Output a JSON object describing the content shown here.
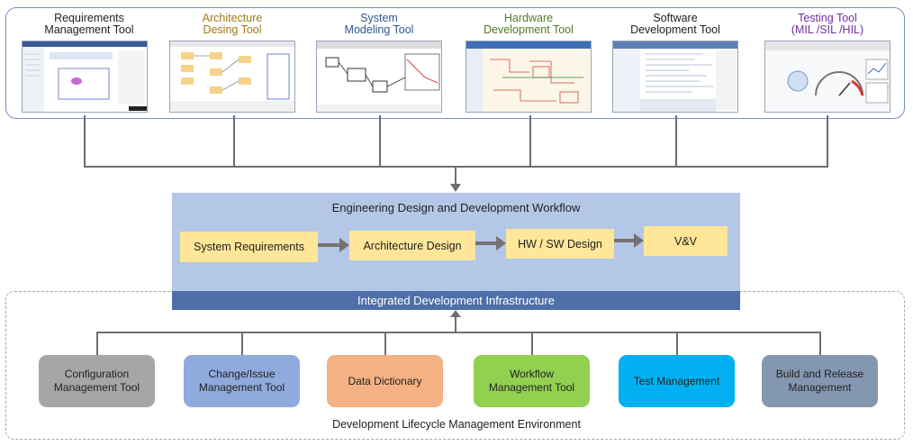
{
  "tools": [
    {
      "line1": "Requirements",
      "line2": "Management Tool",
      "color": "#222222"
    },
    {
      "line1": "Architecture",
      "line2": "Desing Tool",
      "color": "#a07a1a"
    },
    {
      "line1": "System",
      "line2": "Modeling Tool",
      "color": "#2f5597"
    },
    {
      "line1": "Hardware",
      "line2": "Development Tool",
      "color": "#4f7a28"
    },
    {
      "line1": "Software",
      "line2": "Development Tool",
      "color": "#222222"
    },
    {
      "line1": "Testing Tool",
      "line2": "(MIL /SIL /HIL)",
      "color": "#7030a0"
    }
  ],
  "workflow": {
    "title": "Engineering  Design and Development Workflow",
    "steps": [
      "System Requirements",
      "Architecture Design",
      "HW / SW Design",
      "V&V"
    ]
  },
  "infrastructure": "Integrated Development Infrastructure",
  "management": [
    {
      "line1": "Configuration",
      "line2": "Management Tool",
      "color": "#a6a6a6"
    },
    {
      "line1": "Change/Issue",
      "line2": "Management Tool",
      "color": "#8faadc"
    },
    {
      "line1": "Data Dictionary",
      "line2": "",
      "color": "#f4b183"
    },
    {
      "line1": "Workflow",
      "line2": "Management Tool",
      "color": "#92d050"
    },
    {
      "line1": "Test Management",
      "line2": "",
      "color": "#00b0f0"
    },
    {
      "line1": "Build and Release",
      "line2": "Management",
      "color": "#8497b0"
    }
  ],
  "environment": "Development Lifecycle Management Environment"
}
